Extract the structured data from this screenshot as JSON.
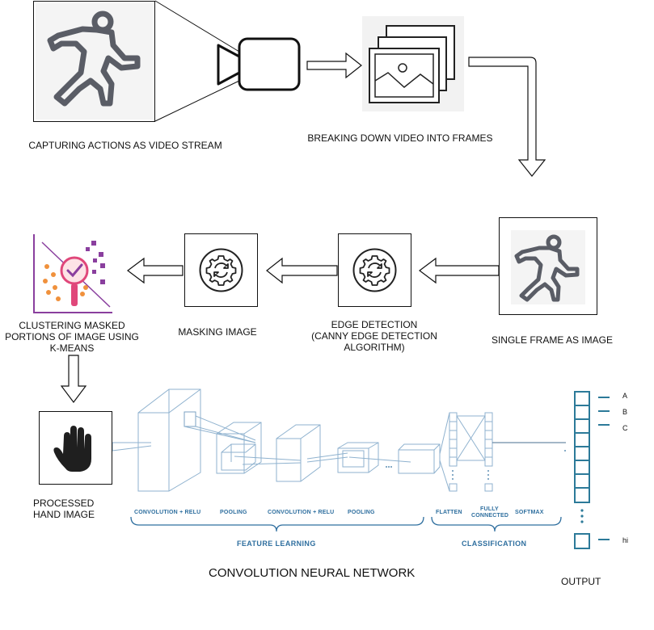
{
  "steps": {
    "capture": {
      "label": "CAPTURING ACTIONS AS VIDEO STREAM",
      "icon": "figure-icon"
    },
    "video_camera": {
      "icon": "video-camera-icon"
    },
    "frames": {
      "label": "BREAKING DOWN VIDEO INTO FRAMES",
      "icon": "image-frames-icon"
    },
    "single_frame": {
      "label": "SINGLE FRAME AS IMAGE",
      "icon": "figure-icon"
    },
    "edge": {
      "label_line1": "EDGE DETECTION",
      "label_line2": "(CANNY EDGE DETECTION",
      "label_line3": "ALGORITHM)",
      "icon": "gear-cycle-icon"
    },
    "masking": {
      "label": "MASKING IMAGE",
      "icon": "gear-cycle-icon"
    },
    "clustering": {
      "label_line1": "CLUSTERING MASKED",
      "label_line2": "PORTIONS OF IMAGE USING",
      "label_line3": "K-MEANS",
      "icon": "cluster-analysis-icon"
    },
    "hand": {
      "label_line1": "PROCESSED",
      "label_line2": "HAND IMAGE",
      "icon": "hand-icon"
    }
  },
  "cnn": {
    "title": "CONVOLUTION NEURAL NETWORK",
    "layers": [
      "CONVOLUTION + RELU",
      "POOLING",
      "CONVOLUTION + RELU",
      "POOLING",
      "FLATTEN",
      "FULLY",
      "CONNECTED",
      "SOFTMAX"
    ],
    "groups": {
      "feature": "FEATURE LEARNING",
      "classification": "CLASSIFICATION"
    }
  },
  "output": {
    "label": "OUTPUT",
    "classes": [
      "A",
      "B",
      "C",
      "hi"
    ]
  },
  "colors": {
    "stroke": "#111111",
    "cnn": "#2f6f9f",
    "cnn_light": "#8fb2cf",
    "purple": "#8a3f9e",
    "magenta": "#e0477a",
    "output_box": "#2c7a99"
  }
}
